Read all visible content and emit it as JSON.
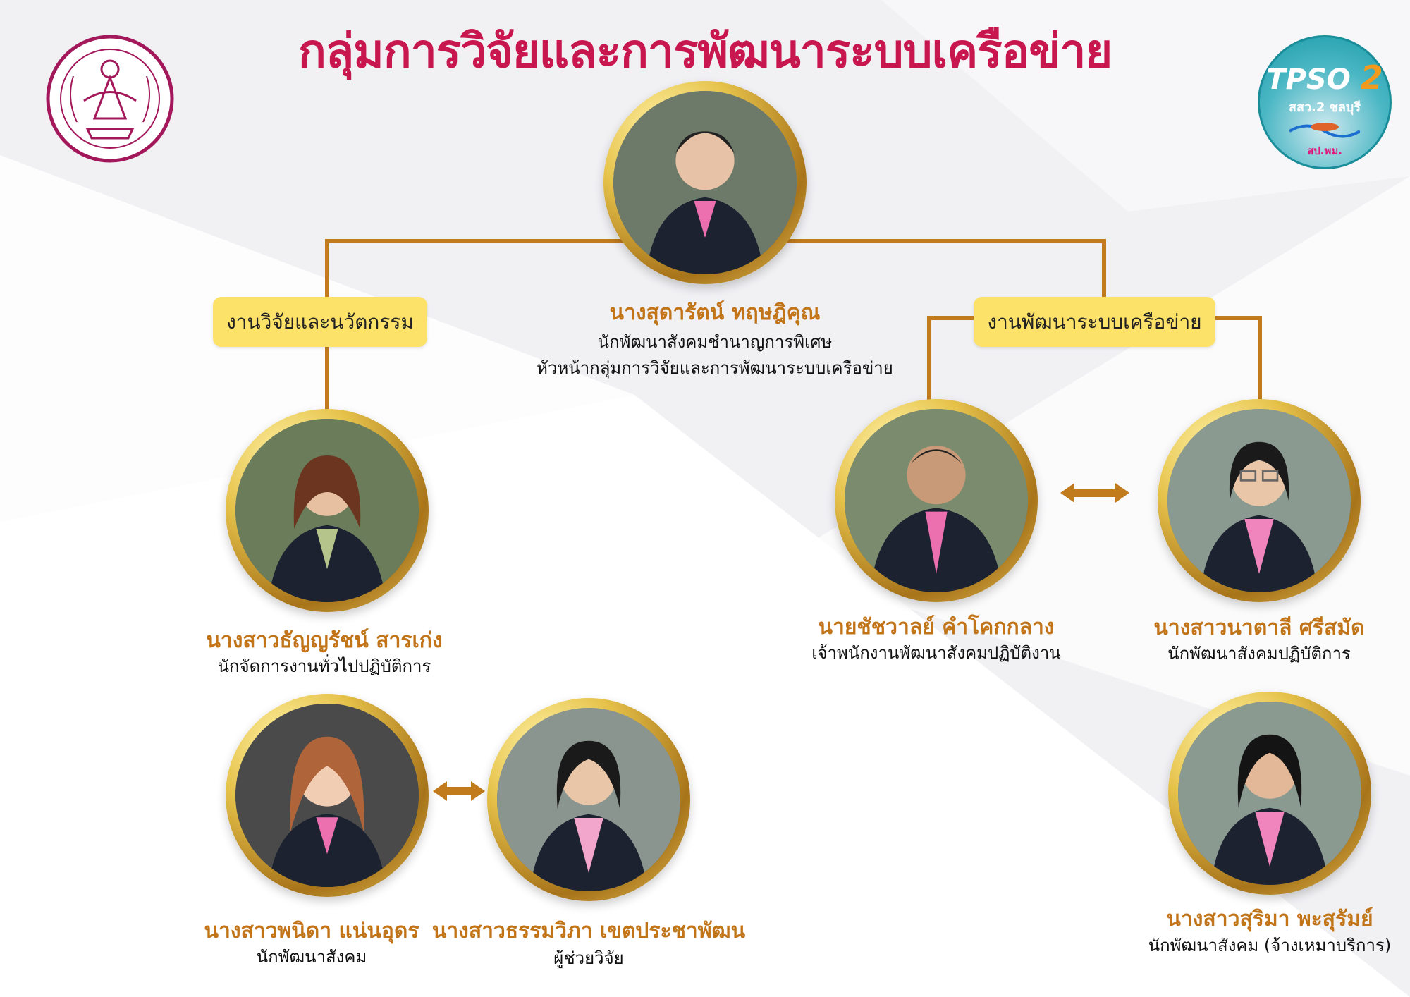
{
  "title": "กลุ่มการวิจัยและการพัฒนาระบบเครือข่าย",
  "logos": {
    "left": {
      "icon": "ministry-seal-icon",
      "color": "#a3185a"
    },
    "right": {
      "icon": "tpso2-logo-icon",
      "text_main": "TPSO",
      "text_num": "2",
      "subtitle": "สสว.2 ชลบุรี",
      "footer": "สป.พม."
    }
  },
  "colors": {
    "title": "#c8174f",
    "name": "#c27419",
    "line": "#c27b1c",
    "box": "#fde26a"
  },
  "head": {
    "name": "นางสุดารัตน์ ทฤษฎิคุณ",
    "role_line1": "นักพัฒนาสังคมชำนาญการพิเศษ",
    "role_line2": "หัวหน้ากลุ่มการวิจัยและการพัฒนาระบบเครือข่าย"
  },
  "units": [
    {
      "label": "งานวิจัยและนวัตกรรม"
    },
    {
      "label": "งานพัฒนาระบบเครือข่าย"
    }
  ],
  "members": [
    {
      "name": "นางสาวธัญญรัชน์ สารเก่ง",
      "role": "นักจัดการงานทั่วไปปฏิบัติการ"
    },
    {
      "name": "นางสาวพนิดา แน่นอุดร",
      "role": "นักพัฒนาสังคม"
    },
    {
      "name": "นางสาวธรรมวิภา เขตประชาพัฒน",
      "role": "ผู้ช่วยวิจัย"
    },
    {
      "name": "นายชัชวาลย์ คำโคกกลาง",
      "role": "เจ้าพนักงานพัฒนาสังคมปฏิบัติงาน"
    },
    {
      "name": "นางสาวนาตาลี ศรีสมัด",
      "role": "นักพัฒนาสังคมปฏิบัติการ"
    },
    {
      "name": "นางสาวสุริมา พะสุรัมย์",
      "role": "นักพัฒนาสังคม (จ้างเหมาบริการ)"
    }
  ]
}
